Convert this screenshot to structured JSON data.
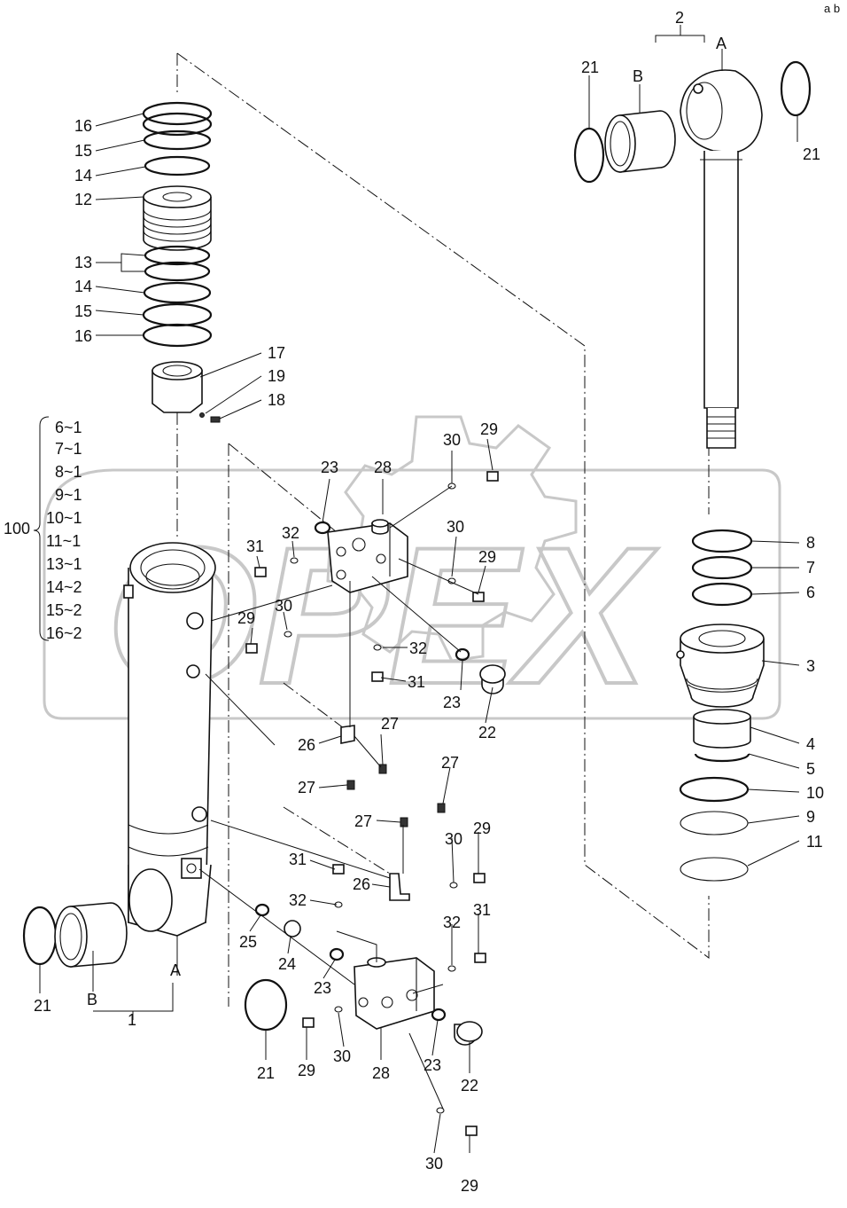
{
  "watermark": "OPEX",
  "corner_mark": "a b",
  "brace_group": {
    "label": "100",
    "items": [
      "6~1",
      "7~1",
      "8~1",
      "9~1",
      "10~1",
      "11~1",
      "13~1",
      "14~2",
      "15~2",
      "16~2"
    ]
  },
  "labels": {
    "l16a": "16",
    "l15a": "15",
    "l14a": "14",
    "l12": "12",
    "l13": "13",
    "l14b": "14",
    "l15b": "15",
    "l16b": "16",
    "l17": "17",
    "l19": "19",
    "l18": "18",
    "l2": "2",
    "lA_top": "A",
    "lB_top": "B",
    "l21_tl": "21",
    "l21_tr": "21",
    "l8": "8",
    "l7": "7",
    "l6": "6",
    "l3": "3",
    "l4": "4",
    "l5": "5",
    "l10": "10",
    "l9": "9",
    "l11": "11",
    "l23a": "23",
    "l28a": "28",
    "l30a": "30",
    "l29a": "29",
    "l31a": "31",
    "l32a": "32",
    "l30b": "30",
    "l29b": "29",
    "l29c": "29",
    "l30c": "30",
    "l32b": "32",
    "l31b": "31",
    "l23b": "23",
    "l22a": "22",
    "l26a": "26",
    "l27a": "27",
    "l27b": "27",
    "l27c": "27",
    "l27d": "27",
    "l31c": "31",
    "l26b": "26",
    "l30d": "30",
    "l29d": "29",
    "l32c": "32",
    "l32d": "32",
    "l31d": "31",
    "l25": "25",
    "l24": "24",
    "l23c": "23",
    "l21_bl": "21",
    "lB_bot": "B",
    "lA_bot": "A",
    "l1": "1",
    "l21_bm": "21",
    "l29e": "29",
    "l30e": "30",
    "l28b": "28",
    "l23d": "23",
    "l22b": "22",
    "l30f": "30",
    "l29f": "29"
  }
}
